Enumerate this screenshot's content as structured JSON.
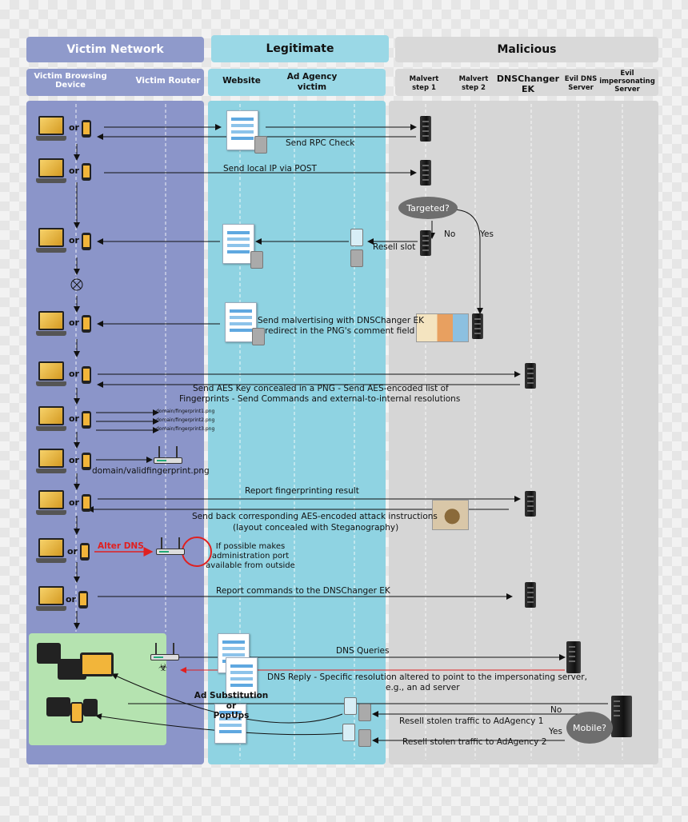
{
  "columns": {
    "victim_network": "Victim Network",
    "legitimate": "Legitimate",
    "malicious": "Malicious"
  },
  "subcolumns": {
    "victim_device": "Victim Browsing Device",
    "victim_router": "Victim Router",
    "website": "Website",
    "ad_agency": "Ad Agency victim",
    "malvert_1": "Malvert step 1",
    "malvert_2": "Malvert step 2",
    "dnschanger": "DNSChanger EK",
    "evil_dns": "Evil DNS Server",
    "evil_impersonating": "Evil impersonating Server"
  },
  "or_label": "or",
  "steps": {
    "rpc_check": "Send RPC Check",
    "local_ip": "Send local IP via POST",
    "targeted": "Targeted?",
    "no": "No",
    "yes": "Yes",
    "resell_slot": "Resell slot",
    "malvertising_1": "Send malvertising with DNSChanger EK",
    "malvertising_2": "redirect in the PNG's comment field",
    "aes_1": "Send AES Key concealed in a PNG - Send AES-encoded list of",
    "aes_2": "Fingerprints - Send Commands and external-to-internal resolutions",
    "fp1": "domain/fingerprint1.png",
    "fp2": "domain/fingerprint2.png",
    "fp3": "domain/fingerprint3.png",
    "valid_fp": "domain/validfingerprint.png",
    "report_fp": "Report fingerprinting result",
    "attack_1": "Send back corresponding AES-encoded attack instructions",
    "attack_2": "(layout concealed with Steganography)",
    "alter_dns": "Alter DNS",
    "admin_1": "If possible makes",
    "admin_2": "administration port",
    "admin_3": "available from outside",
    "report_cmds": "Report commands to the DNSChanger EK",
    "dns_queries": "DNS Queries",
    "dns_reply_1": "DNS Reply - Specific resolution altered to point to the impersonating server,",
    "dns_reply_2": "e.g., an ad server",
    "ad_sub_1": "Ad Substitution",
    "ad_sub_2": "or",
    "ad_sub_3": "PopUps",
    "no2": "No",
    "yes2": "Yes",
    "mobile": "Mobile?",
    "resell_1": "Resell stolen traffic to AdAgency 1",
    "resell_2": "Resell stolen traffic to AdAgency 2"
  },
  "colors": {
    "victim": "#8b95c9",
    "legitimate": "#8fd3e2",
    "malicious": "#d6d6d6",
    "alter_dns_red": "#e02020",
    "devices_green": "#b5e3b0"
  }
}
